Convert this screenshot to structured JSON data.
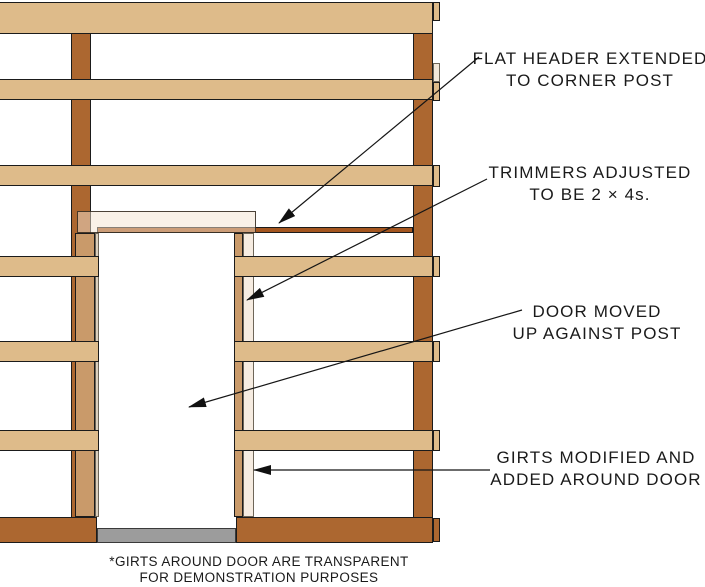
{
  "diagram_type": "wall-framing-elevation",
  "annotations": [
    {
      "id": "flat-header-note",
      "lines": [
        "FLAT HEADER EXTENDED",
        "TO CORNER POST"
      ]
    },
    {
      "id": "trimmers-note",
      "lines": [
        "TRIMMERS ADJUSTED",
        "TO BE 2 × 4s."
      ]
    },
    {
      "id": "door-note",
      "lines": [
        "DOOR MOVED",
        "UP AGAINST POST"
      ]
    },
    {
      "id": "girts-note",
      "lines": [
        "GIRTS MODIFIED AND",
        "ADDED AROUND DOOR"
      ]
    }
  ],
  "footnote": {
    "lines": [
      "*GIRTS AROUND DOOR ARE TRANSPARENT",
      "FOR DEMONSTRATION PURPOSES"
    ]
  },
  "leader_arrows": [
    {
      "from": "flat-header-note",
      "points_to": "flat-header"
    },
    {
      "from": "trimmers-note",
      "points_to": "right-trimmer"
    },
    {
      "from": "door-note",
      "points_to": "door-opening"
    },
    {
      "from": "girts-note",
      "points_to": "right-door-girt"
    }
  ],
  "colors": {
    "post_brown": "#AC6730",
    "girt_tan": "#DEBB8A",
    "trimmer_tan": "#C99A6A",
    "transparent_girt_cream": "#F6ECE1",
    "girt_edge_cream": "#DCD0BE",
    "tab_cream": "#F2E7D9",
    "flat_header_brown": "#A4561F",
    "sill_gray": "#9C9C9C",
    "outline": "#1B1B1B",
    "text": "#1A1A1A",
    "background": "#FFFFFF"
  }
}
